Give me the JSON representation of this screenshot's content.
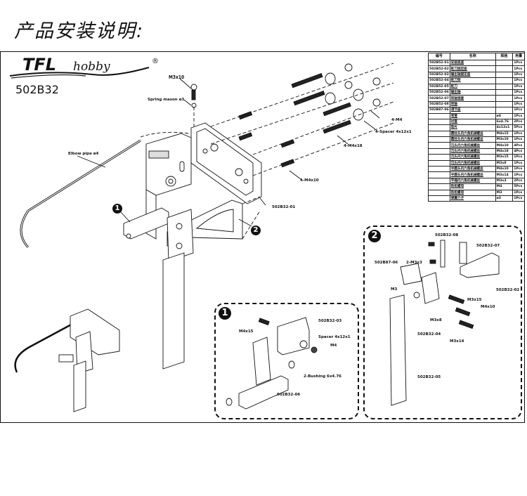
{
  "page_title": "产品安装说明:",
  "brand": {
    "name_bold": "TFL",
    "name_script": "hobby",
    "registered": "®"
  },
  "model_number": "502B32",
  "parts_table": {
    "headers": [
      "编号",
      "名称",
      "规格",
      "用量"
    ],
    "rows": [
      {
        "code": "502B52-01",
        "name": "安装底座",
        "spec": "",
        "qty": "1Pcs"
      },
      {
        "code": "502B52-02",
        "name": "舵刀固定座",
        "spec": "",
        "qty": "1Pcs"
      },
      {
        "code": "502B52-03",
        "name": "输出轴固定座",
        "spec": "",
        "qty": "1Pcs"
      },
      {
        "code": "502B52-04",
        "name": "舵刀架",
        "spec": "",
        "qty": "1Pcs"
      },
      {
        "code": "502B52-05",
        "name": "舵刀",
        "spec": "",
        "qty": "1Pcs"
      },
      {
        "code": "502B52-06",
        "name": "输出轴",
        "spec": "",
        "qty": "1Pcs"
      },
      {
        "code": "502B52-07",
        "name": "转轴销套",
        "spec": "",
        "qty": "1Pcs"
      },
      {
        "code": "502B52-08",
        "name": "转轴",
        "spec": "",
        "qty": "1Pcs"
      },
      {
        "code": "502B87-06",
        "name": "调节座",
        "spec": "",
        "qty": "1Pcs"
      },
      {
        "code": "",
        "name": "弯管",
        "spec": "ø4",
        "qty": "1Pcs"
      },
      {
        "code": "",
        "name": "衬套",
        "spec": "6x4.76",
        "qty": "2Pcs"
      },
      {
        "code": "",
        "name": "垫片",
        "spec": "4x12x1",
        "qty": "5Pcs"
      },
      {
        "code": "",
        "name": "圆柱头内六角机械螺丝",
        "spec": "M4x15",
        "qty": "1Pcs"
      },
      {
        "code": "",
        "name": "圆柱头内六角机械螺丝",
        "spec": "M3x10",
        "qty": "1Pcs"
      },
      {
        "code": "",
        "name": "沉头内六角机械螺丝",
        "spec": "M4x10",
        "qty": "4Pcs"
      },
      {
        "code": "",
        "name": "沉头内六角机械螺丝",
        "spec": "M4x18",
        "qty": "4Pcs"
      },
      {
        "code": "",
        "name": "沉头内六角机械螺丝",
        "spec": "M3x15",
        "qty": "1Pcs"
      },
      {
        "code": "",
        "name": "沉头内六角机械螺丝",
        "spec": "M3x8",
        "qty": "1Pcs"
      },
      {
        "code": "",
        "name": "半圆头内六角机械螺丝",
        "spec": "M4x10",
        "qty": "1Pcs"
      },
      {
        "code": "",
        "name": "半圆头内六角机械螺丝",
        "spec": "M3x14",
        "qty": "1Pcs"
      },
      {
        "code": "",
        "name": "平端内六角机械螺丝",
        "spec": "M3x3",
        "qty": "2Pcs"
      },
      {
        "code": "",
        "name": "防松螺母",
        "spec": "M4",
        "qty": "5Pcs"
      },
      {
        "code": "",
        "name": "防松螺母",
        "spec": "M3",
        "qty": "1Pcs"
      },
      {
        "code": "",
        "name": "弹簧介子",
        "spec": "ø3",
        "qty": "1Pcs"
      }
    ]
  },
  "main_labels": {
    "m3x10": "M3x10",
    "spring_mason": "Spring mason ø3",
    "elbow_pipe": "Elbow pipe ø4",
    "m4": "4-M4",
    "spacer": "4-Spacer 4x12x1",
    "m4x18": "4-M4x18",
    "m4x10": "4-M4x10",
    "part01": "502B32-01"
  },
  "callouts": {
    "one": "1",
    "two": "2"
  },
  "detail1": {
    "badge": "1",
    "m4x15": "M4x15",
    "part03": "502B32-03",
    "spacer": "Spacer 4x12x1",
    "m4": "M4",
    "bushing": "2-Bushing 6x4.76",
    "part06": "502B32-06"
  },
  "detail2": {
    "badge": "2",
    "part08": "502B32-08",
    "part07": "502B32-07",
    "part87_06": "502B87-06",
    "m3x3": "2-M3x3",
    "m3": "M3",
    "m3x15": "M3x15",
    "m4x10": "M4x10",
    "m3x8": "M3x8",
    "part04": "502B32-04",
    "m3x14": "M3x14",
    "part02": "502B32-02",
    "part05": "502B32-05"
  }
}
